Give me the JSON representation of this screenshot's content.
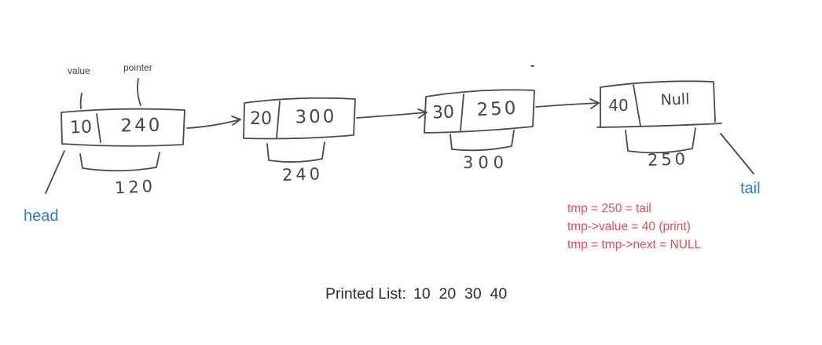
{
  "diagram": {
    "field_labels": {
      "value": "value",
      "pointer": "pointer"
    },
    "head_label": "head",
    "tail_label": "tail",
    "nodes": [
      {
        "value": "10",
        "pointer": "240",
        "address": "120"
      },
      {
        "value": "20",
        "pointer": "300",
        "address": "240"
      },
      {
        "value": "30",
        "pointer": "250",
        "address": "300"
      },
      {
        "value": "40",
        "pointer": "Null",
        "address": "250"
      }
    ],
    "annotations": [
      "tmp = 250 = tail",
      "tmp->value = 40 (print)",
      "tmp = tmp->next = NULL"
    ],
    "printed_list": {
      "label": "Printed List:",
      "values": "10  20  30  40"
    },
    "colors": {
      "ink": "#4a4a4a",
      "label_blue": "#2e7cd0",
      "annotation_red": "#ed4a53"
    }
  }
}
